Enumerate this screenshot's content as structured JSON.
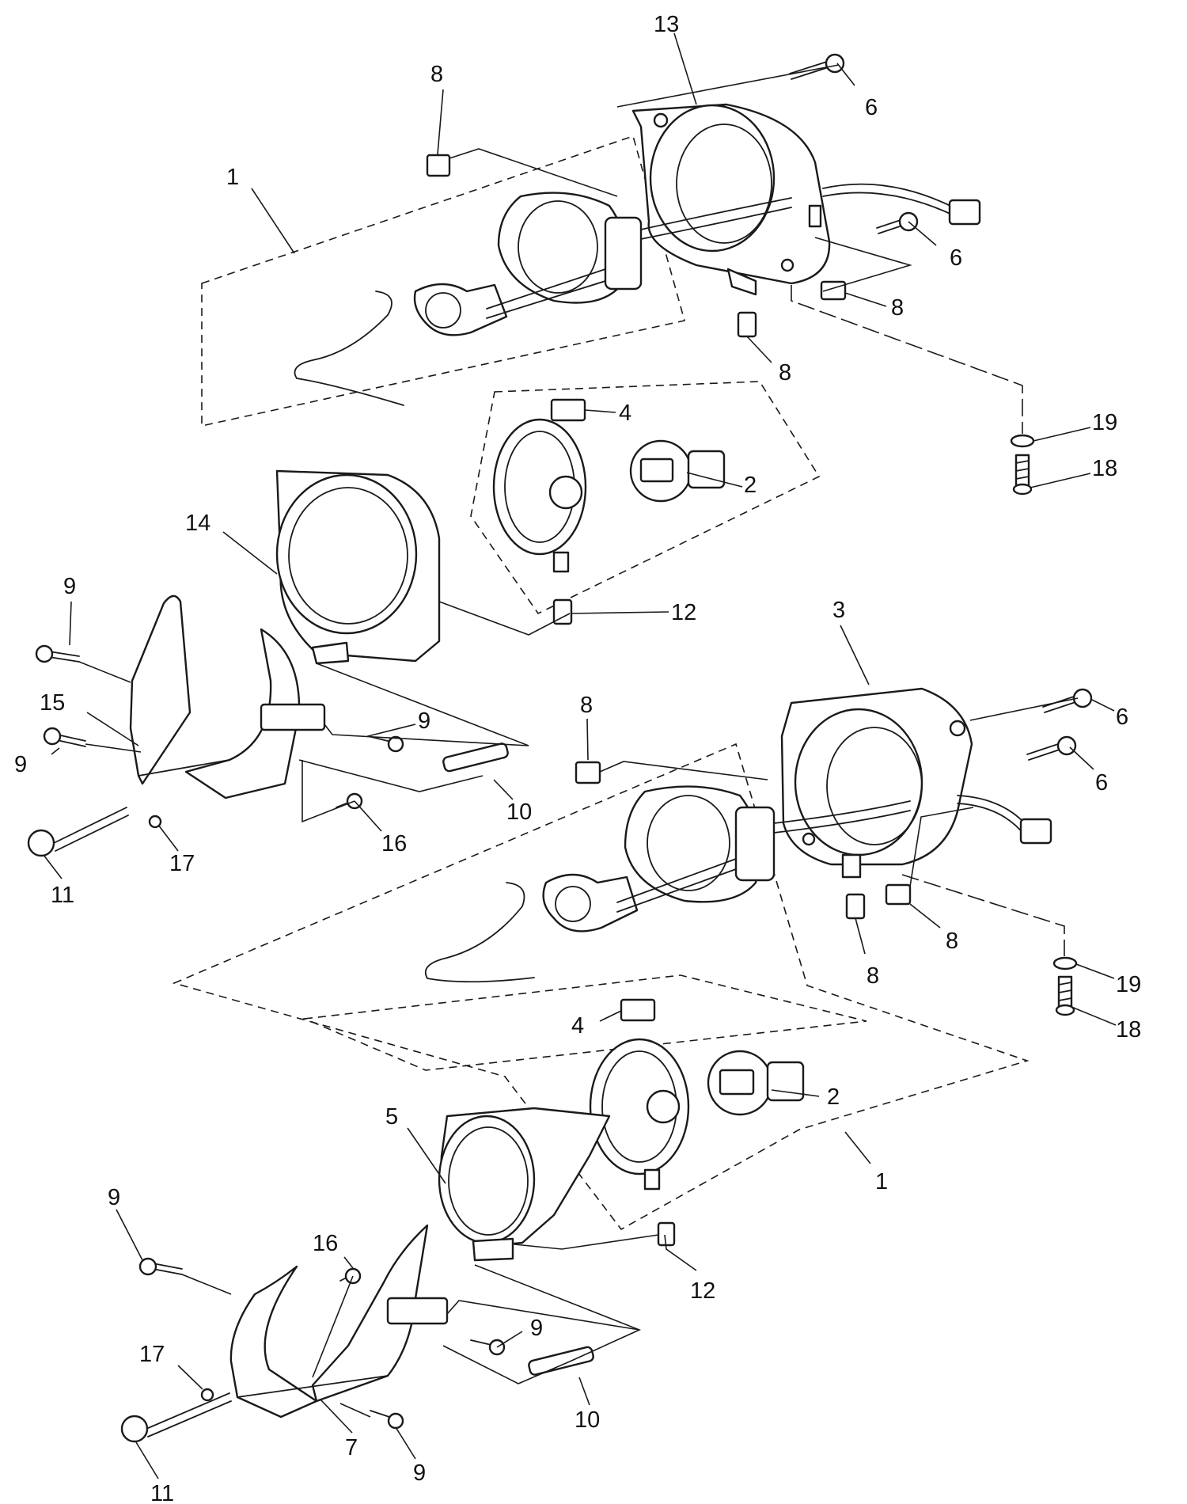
{
  "callouts": {
    "u13": "13",
    "u8a": "8",
    "u6a": "6",
    "u1": "1",
    "u6b": "6",
    "u8b": "8",
    "u8c": "8",
    "u4": "4",
    "u19": "19",
    "u18": "18",
    "u2": "2",
    "u14": "14",
    "u12": "12",
    "l9a": "9",
    "l15": "15",
    "l9b": "9",
    "l9c": "9",
    "l10": "10",
    "l16": "16",
    "l17": "17",
    "l11": "11",
    "m3": "3",
    "m6a": "6",
    "m8a": "8",
    "m6b": "6",
    "m8b": "8",
    "m8c": "8",
    "m19": "19",
    "m18": "18",
    "m4": "4",
    "m2": "2",
    "m5": "5",
    "m1": "1",
    "m12": "12",
    "b9a": "9",
    "b16": "16",
    "b17": "17",
    "b9b": "9",
    "b10": "10",
    "b7": "7",
    "b9c": "9",
    "b11": "11"
  }
}
